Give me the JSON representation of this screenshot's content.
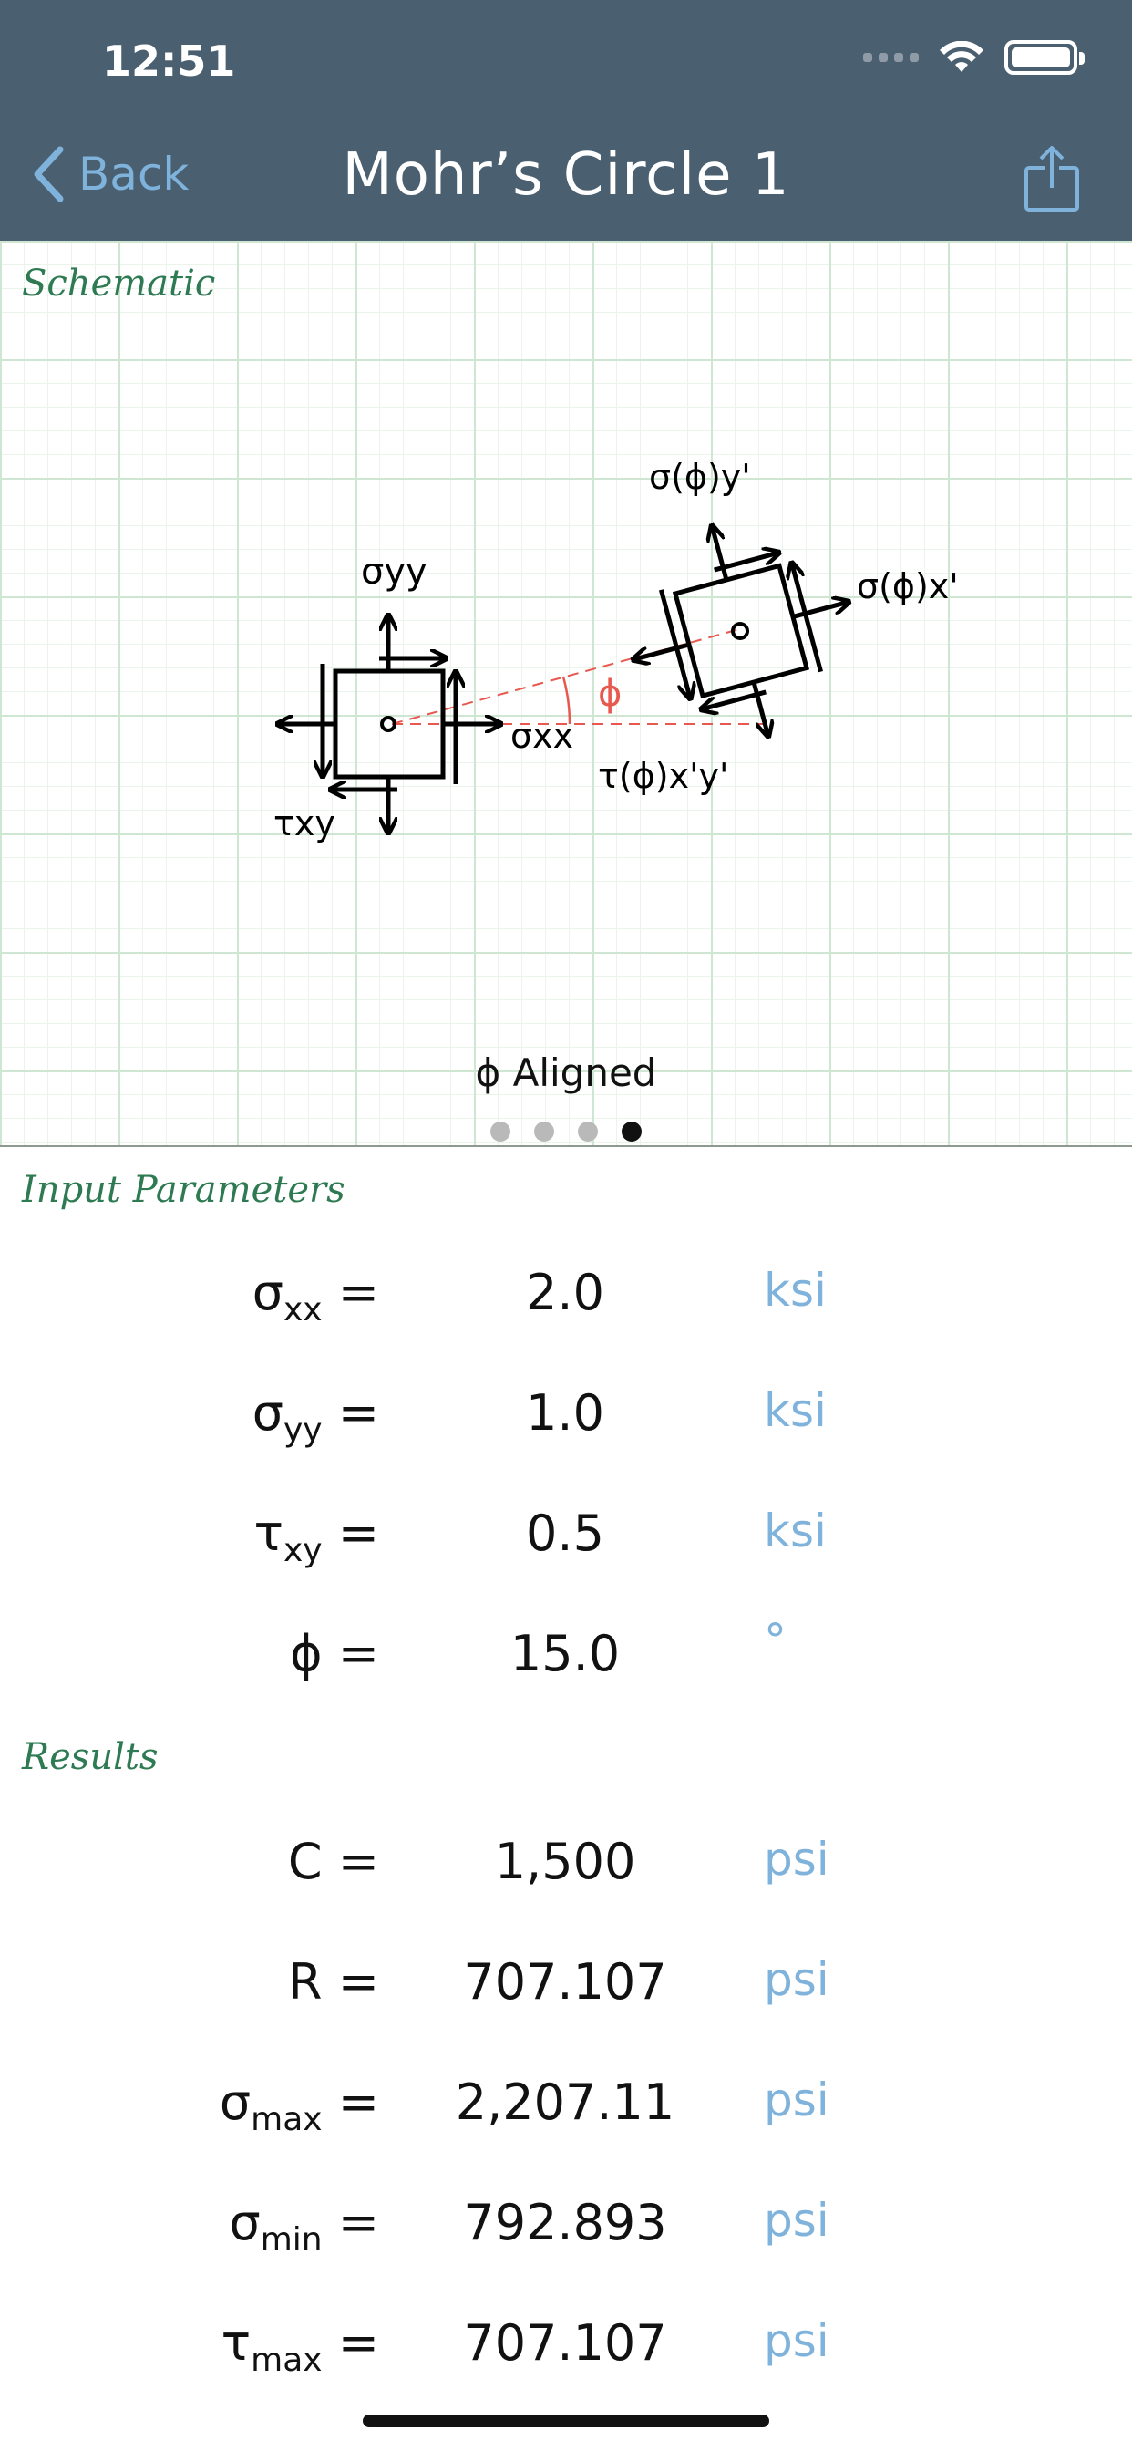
{
  "status": {
    "time": "12:51"
  },
  "nav": {
    "back_label": "Back",
    "title": "Mohr’s Circle 1"
  },
  "schematic": {
    "section_title": "Schematic",
    "caption": "ϕ Aligned",
    "page_count": 4,
    "active_page": 4,
    "labels": {
      "syy": "σyy",
      "sxx": "σxx",
      "txy": "τxy",
      "sy_prime": "σ(ϕ)y'",
      "sx_prime": "σ(ϕ)x'",
      "txy_prime": "τ(ϕ)x'y'",
      "phi": "ϕ"
    }
  },
  "inputs": {
    "section_title": "Input Parameters",
    "rows": [
      {
        "sym": "σ",
        "sub": "xx",
        "eq": " =",
        "value": "2.0",
        "unit": "ksi"
      },
      {
        "sym": "σ",
        "sub": "yy",
        "eq": " =",
        "value": "1.0",
        "unit": "ksi"
      },
      {
        "sym": "τ",
        "sub": "xy",
        "eq": " =",
        "value": "0.5",
        "unit": "ksi"
      },
      {
        "sym": "ϕ",
        "sub": "",
        "eq": " =",
        "value": "15.0",
        "unit": "°"
      }
    ]
  },
  "results": {
    "section_title": "Results",
    "rows": [
      {
        "sym": "C",
        "sub": "",
        "eq": " =",
        "value": "1,500",
        "unit": "psi"
      },
      {
        "sym": "R",
        "sub": "",
        "eq": " =",
        "value": "707.107",
        "unit": "psi"
      },
      {
        "sym": "σ",
        "sub": "max",
        "eq": " =",
        "value": "2,207.11",
        "unit": "psi"
      },
      {
        "sym": "σ",
        "sub": "min",
        "eq": " =",
        "value": "792.893",
        "unit": "psi"
      },
      {
        "sym": "τ",
        "sub": "max",
        "eq": " =",
        "value": "707.107",
        "unit": "psi"
      }
    ]
  },
  "colors": {
    "header": "#4a5f6f",
    "accent_blue": "#7fb3dc",
    "section_green": "#2e7a52",
    "phi_red": "#e8584f"
  }
}
